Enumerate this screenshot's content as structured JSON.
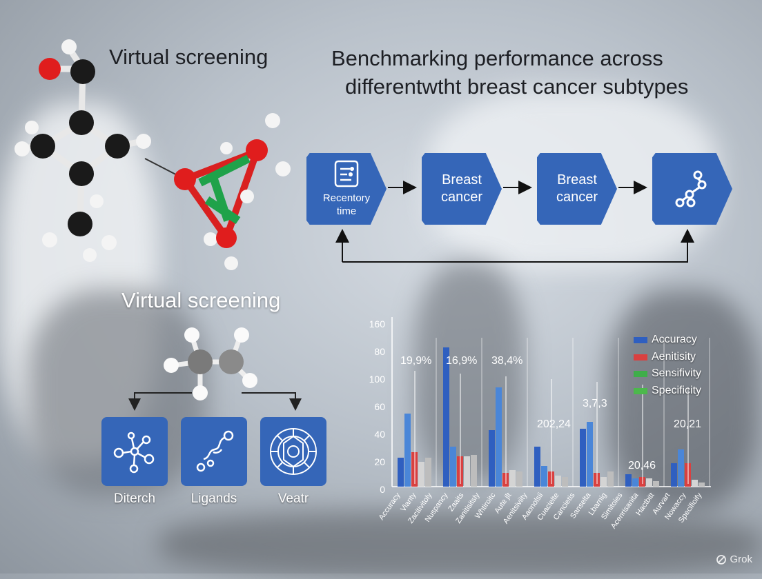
{
  "titles": {
    "top_left": "Virtual screening",
    "top_right_line1": "Benchmarking performance across",
    "top_right_line2": "differentwtht breast cancer subtypes",
    "mid_left": "Virtual screening"
  },
  "flow": {
    "boxes": [
      {
        "label": "Recentory\ntime",
        "icon": "receptor-chart-icon"
      },
      {
        "label": "Breast\ncancer"
      },
      {
        "label": "Breast\ncancer"
      },
      {
        "label": "",
        "icon": "molecule-nodes-icon"
      }
    ]
  },
  "tiles": [
    {
      "label": "Diterch",
      "icon": "branched-molecule-icon"
    },
    {
      "label": "Ligands",
      "icon": "ligand-chain-icon"
    },
    {
      "label": "Veatr",
      "icon": "fullerene-icon"
    }
  ],
  "colors": {
    "box_blue": "#3566b8",
    "accuracy": "#2f5fc0",
    "aenitisity": "#d94040",
    "sensifivity": "#3fae4a",
    "specificity": "#4cb84c"
  },
  "chart_data": {
    "type": "bar",
    "ytick_labels": [
      "160",
      "80",
      "100",
      "60",
      "40",
      "20",
      "0"
    ],
    "legend": [
      "Accuracy",
      "Aenitisity",
      "Sensifivity",
      "Specificity"
    ],
    "groups": [
      {
        "annotation": "19,9%",
        "bars": [
          21,
          53,
          25,
          18,
          21
        ]
      },
      {
        "annotation": "16,9%",
        "bars": [
          101,
          29,
          22,
          22,
          23
        ]
      },
      {
        "annotation": "38,4%",
        "bars": [
          41,
          72,
          10,
          12,
          11
        ]
      },
      {
        "annotation": "202,24",
        "bars": [
          29,
          15,
          11,
          8,
          7
        ]
      },
      {
        "annotation": "3,7,3",
        "bars": [
          42,
          47,
          10,
          7,
          11
        ]
      },
      {
        "annotation": "20,46",
        "bars": [
          9,
          6,
          7,
          6,
          4
        ]
      },
      {
        "annotation": "20,21",
        "bars": [
          17,
          27,
          17,
          5,
          3
        ]
      }
    ],
    "xtick_labels": [
      "Accuracy",
      "Vianty",
      "Zacitivitoly",
      "Nuspancy",
      "Zaaits",
      "Zanitisitsly",
      "Whtiroitc",
      "Aute jlt",
      "Aenitsiviity",
      "Aaonolsii",
      "Cuacielte",
      "Cancietis",
      "Sanselta",
      "Lbarnig",
      "Simitoies",
      "Acenrisanita",
      "Hactbitt",
      "Aurvart",
      "Nowaccy",
      "Specifioify"
    ]
  },
  "watermark": "Grok"
}
